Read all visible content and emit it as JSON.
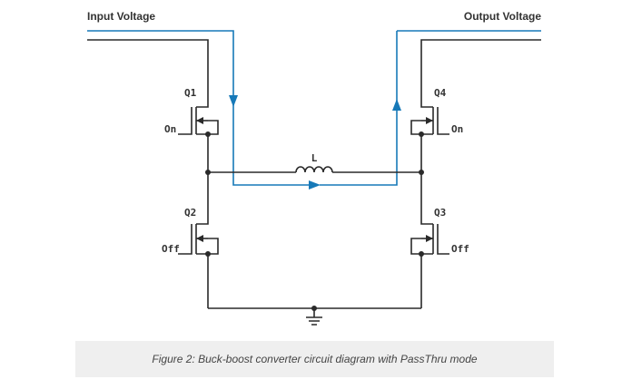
{
  "labels": {
    "input_voltage": "Input Voltage",
    "output_voltage": "Output Voltage",
    "q1": "Q1",
    "q2": "Q2",
    "q3": "Q3",
    "q4": "Q4",
    "q1_state": "On",
    "q2_state": "Off",
    "q3_state": "Off",
    "q4_state": "On",
    "inductor": "L"
  },
  "caption": "Figure 2: Buck-boost converter circuit diagram with PassThru mode",
  "colors": {
    "wire": "#2a2a2a",
    "current_path": "#1779b8",
    "caption_background": "#efefef"
  }
}
